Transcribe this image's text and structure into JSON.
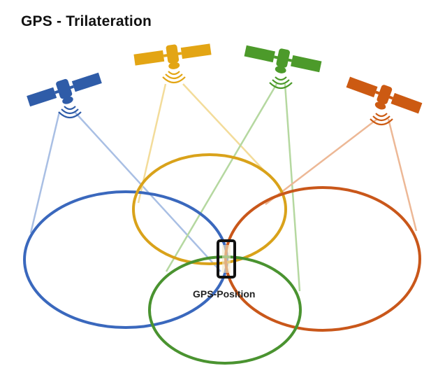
{
  "title": "GPS - Trilateration",
  "position_label": "GPS-Position",
  "satellites": [
    {
      "id": "blue",
      "color": "#2f5ca8",
      "light": "#a9bfe4"
    },
    {
      "id": "yellow",
      "color": "#e3a514",
      "light": "#f3dc9a"
    },
    {
      "id": "green",
      "color": "#4c9a2a",
      "light": "#b5d8a0"
    },
    {
      "id": "orange",
      "color": "#cc5a12",
      "light": "#edb896"
    }
  ],
  "receiver_icon": "smartphone-icon"
}
